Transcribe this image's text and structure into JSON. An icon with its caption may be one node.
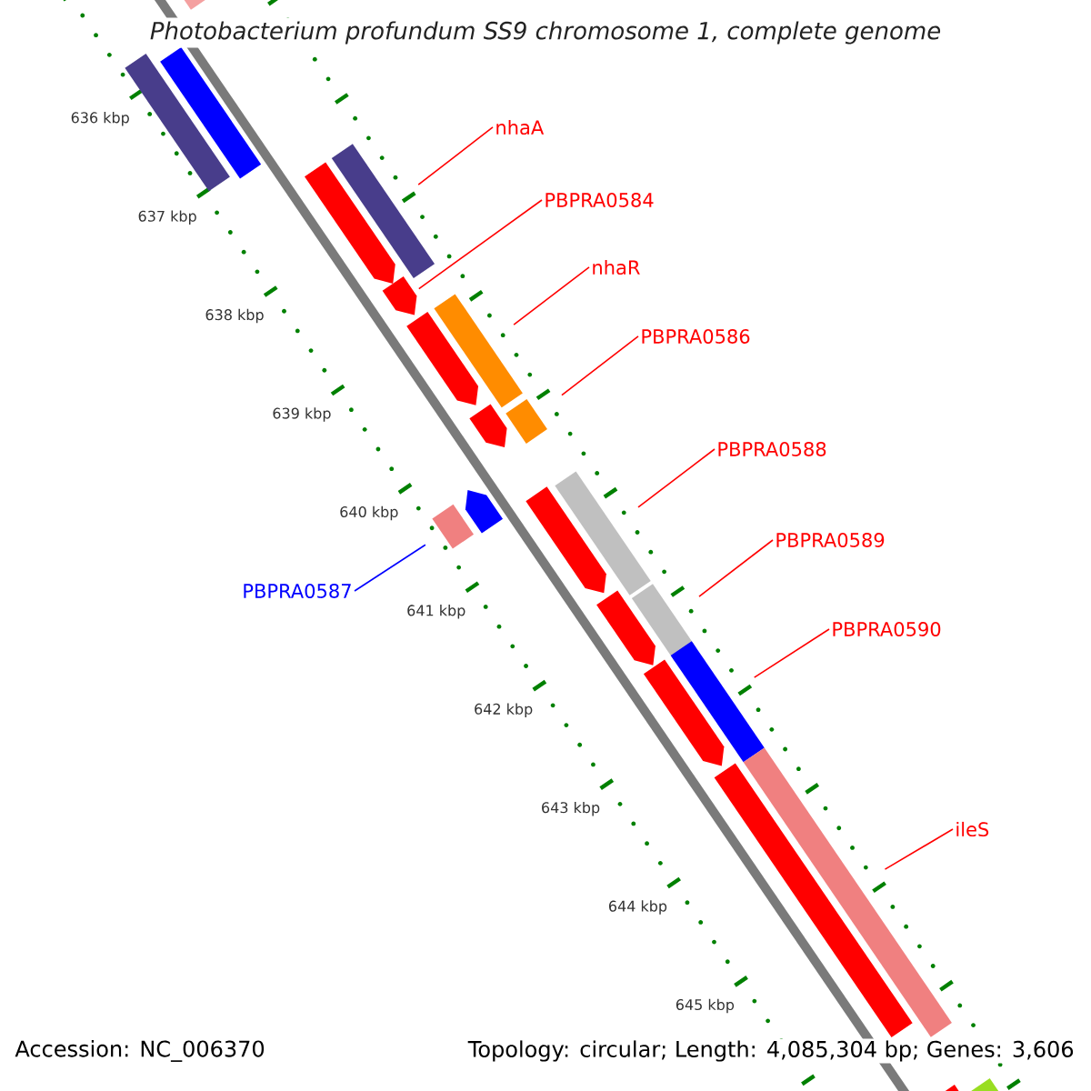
{
  "diagram": {
    "title": "Photobacterium profundum SS9 chromosome 1, complete genome",
    "nodes": [
      {
        "text": [
          "nhaA"
        ]
      },
      {
        "text": [
          "PBPRA0584"
        ]
      },
      {
        "text": [
          "nhaR"
        ]
      },
      {
        "text": [
          "PBPRA0586"
        ]
      },
      {
        "text": [
          "PBPRA0588"
        ]
      },
      {
        "text": [
          "PBPRA0589"
        ]
      },
      {
        "text": [
          "PBPRA0587"
        ]
      },
      {
        "text": [
          "PBPRA0590"
        ]
      },
      {
        "text": [
          "ileS"
        ]
      },
      {
        "text": [],
        "shape": "bar"
      },
      {
        "text": [],
        "shape": "bar"
      },
      {
        "text": [],
        "shape": "bar"
      },
      {
        "text": [],
        "shape": "bar"
      },
      {
        "text": [],
        "shape": "bar"
      },
      {
        "text": [],
        "shape": "bar"
      },
      {
        "text": [],
        "shape": "bar"
      },
      {
        "text": [],
        "shape": "bar"
      },
      {
        "text": [],
        "shape": "bar"
      },
      {
        "text": [],
        "shape": "bar"
      },
      {
        "text": [],
        "shape": "bar"
      },
      {
        "text": [],
        "shape": "bar"
      },
      {
        "text": [],
        "shape": "bar"
      },
      {
        "text": [],
        "shape": "bar"
      },
      {
        "text": [],
        "shape": "bar"
      },
      {
        "text": [],
        "shape": "bar"
      },
      {
        "text": [],
        "shape": "bar"
      },
      {
        "text": [],
        "shape": "bar"
      },
      {
        "text": [],
        "shape": "bar"
      },
      {
        "text": [],
        "shape": "bar"
      },
      {
        "text": [],
        "shape": "bar"
      },
      {
        "text": [],
        "shape": "bar"
      }
    ],
    "edges": [
      {
        "from": 0,
        "to": 9,
        "arrow": "none"
      },
      {
        "from": 1,
        "to": 10,
        "arrow": "none"
      },
      {
        "from": 2,
        "to": 11,
        "arrow": "none"
      },
      {
        "from": 3,
        "to": 12,
        "arrow": "none"
      },
      {
        "from": 4,
        "to": 13,
        "arrow": "none"
      },
      {
        "from": 5,
        "to": 14,
        "arrow": "none"
      },
      {
        "from": 6,
        "to": 15,
        "arrow": "none",
        "color": "#0000ff"
      },
      {
        "from": 7,
        "to": 16,
        "arrow": "none"
      },
      {
        "from": 8,
        "to": 17,
        "arrow": "none"
      }
    ],
    "labels": [
      "636 kbp",
      "637 kbp",
      "638 kbp",
      "639 kbp",
      "640 kbp",
      "641 kbp",
      "642 kbp",
      "643 kbp",
      "644 kbp",
      "645 kbp",
      "Accession: NC_006370",
      "Topology: circular; Length: 4,085,304 bp; Genes: 3,606"
    ]
  }
}
